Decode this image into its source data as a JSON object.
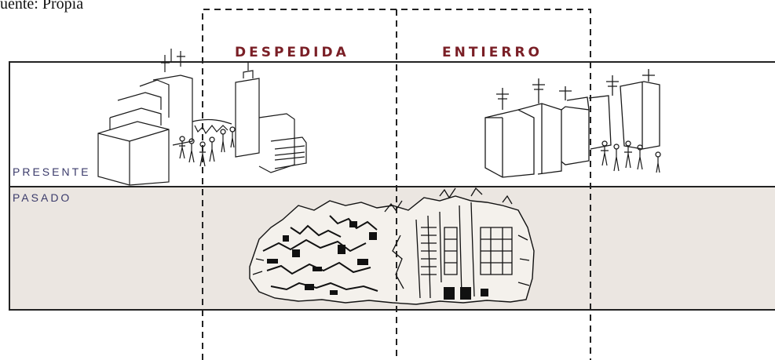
{
  "caption": "uente: Propia",
  "columns": {
    "despedida": "DESPEDIDA",
    "entierro": "ENTIERRO"
  },
  "rows": {
    "present": "PRESENTE",
    "past": "PASADO"
  },
  "colors": {
    "column_label": "#7a1f26",
    "row_label": "#3b3b6b",
    "past_band_bg": "#ebe6e1",
    "line": "#222222"
  }
}
